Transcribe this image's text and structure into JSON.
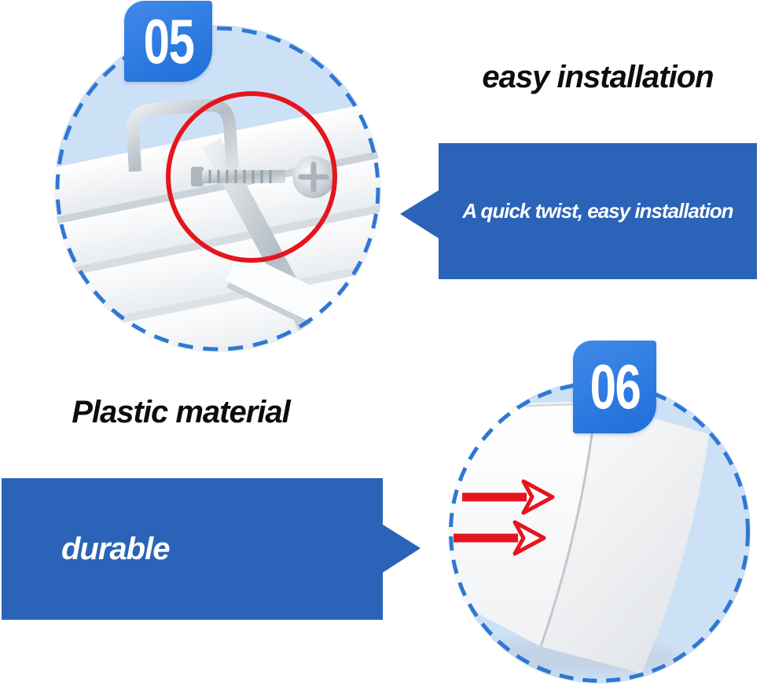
{
  "colors": {
    "banner_blue": "#2a63b8",
    "badge_blue_top": "#4189ea",
    "badge_blue_bottom": "#1e6fd8",
    "dash_blue": "#2e78d4",
    "sky_blue": "#cde1f6",
    "accent_red": "#e6151d",
    "heading_black": "#0d0d0d",
    "text_white": "#ffffff"
  },
  "features": [
    {
      "badge": "05",
      "heading": "easy installation",
      "callout": "A quick twist, easy installation",
      "photo": "metal spring clip and screw on white blind rail",
      "highlight": "red circle around clip and screw"
    },
    {
      "badge": "06",
      "heading": "Plastic material",
      "callout": "durable",
      "photo": "white plastic corner piece",
      "highlight": "two red arrows pointing at plastic surface"
    }
  ]
}
